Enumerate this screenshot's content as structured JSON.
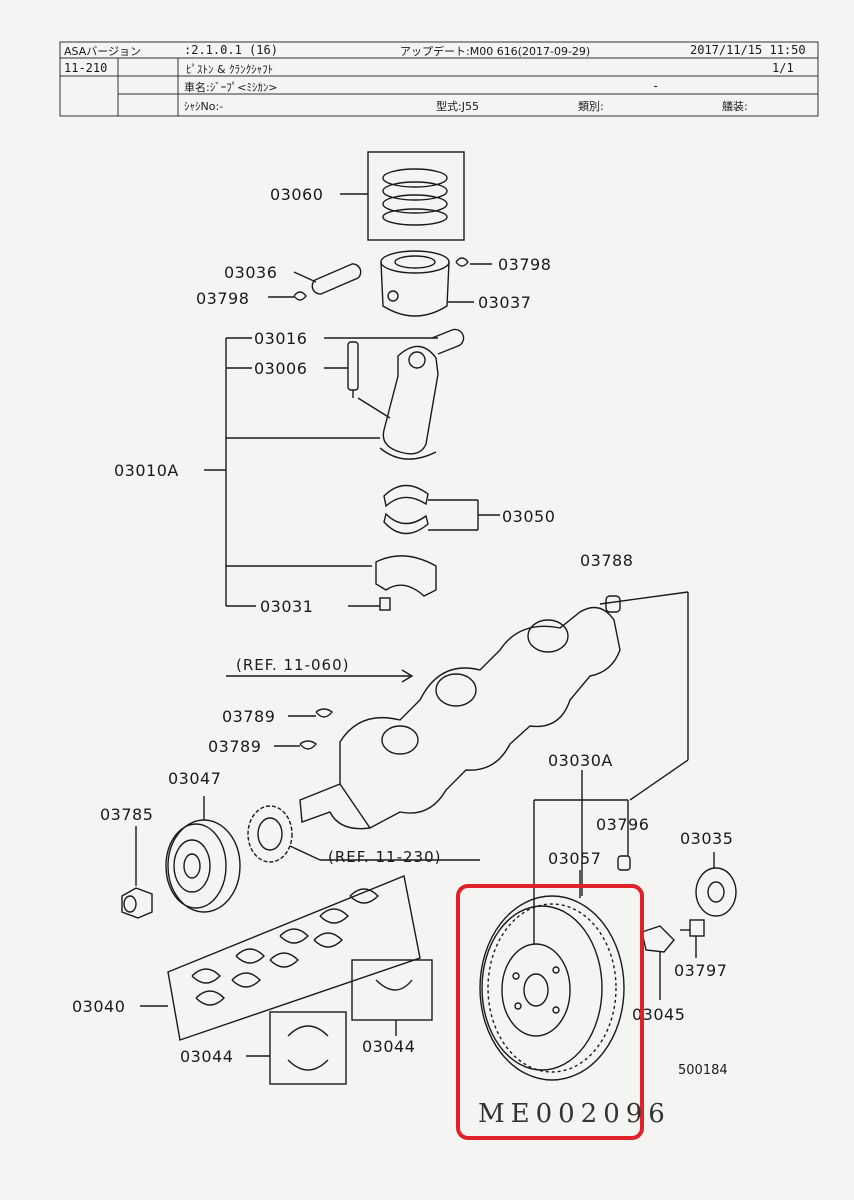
{
  "header": {
    "app_version_label": "ASAバージョン",
    "app_version": ":2.1.0.1 (16)",
    "update_label": "アップデート:M00 616(2017-09-29)",
    "datetime": "2017/11/15  11:50",
    "group_code": "11-210",
    "group_name": "ﾋﾟｽﾄﾝ & ｸﾗﾝｸｼｬﾌﾄ",
    "page": "1/1",
    "vehicle": "車名:ｼﾞｰﾌﾟ<ﾐｼｶﾝ>",
    "dash": "-",
    "chassis": "ｼｬｼNo:-",
    "model": "型式:J55",
    "category": "類別:",
    "equipment": "艤装:"
  },
  "parts": {
    "p03060": "03060",
    "p03036": "03036",
    "p03798a": "03798",
    "p03798b": "03798",
    "p03037": "03037",
    "p03016": "03016",
    "p03006": "03006",
    "p03010A": "03010A",
    "p03050": "03050",
    "p03031": "03031",
    "p03788": "03788",
    "ref1": "(REF. 11-060)",
    "p03789a": "03789",
    "p03789b": "03789",
    "p03030A": "03030A",
    "p03047": "03047",
    "p03785": "03785",
    "p03796": "03796",
    "p03035": "03035",
    "ref2": "(REF. 11-230)",
    "p03057": "03057",
    "p03797": "03797",
    "p03045": "03045",
    "p03040": "03040",
    "p03044a": "03044",
    "p03044b": "03044",
    "diagram_id": "500184"
  },
  "handwritten": "ME002096",
  "colors": {
    "highlight": "#e0202a",
    "ink": "#1a1a1a"
  }
}
